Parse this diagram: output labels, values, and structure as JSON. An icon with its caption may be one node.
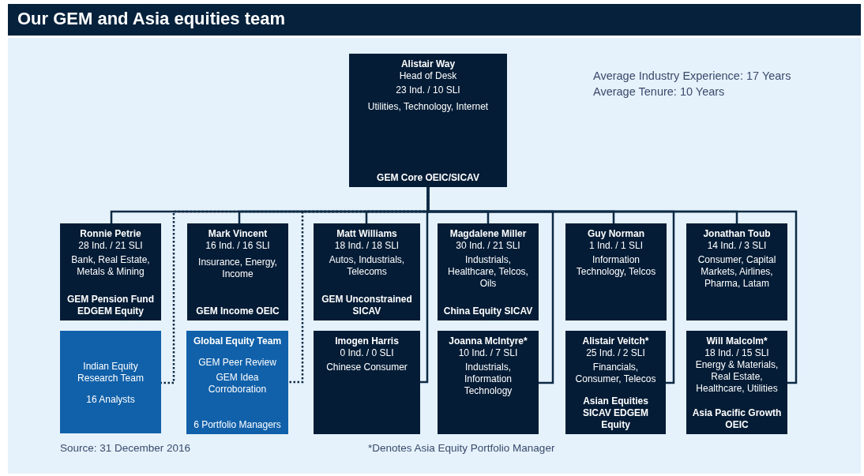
{
  "diagram": {
    "title": "Our GEM and Asia equities team",
    "nodes": [
      {
        "text": [
          "Alistair Way",
          "Head of Desk",
          "23 Ind. / 10 SLI",
          "Utilities, Technology, Internet",
          "GEM Core OEIC/SICAV"
        ]
      },
      {
        "text": [
          "Ronnie Petrie",
          "28 Ind. / 21 SLI",
          "Bank, Real Estate, Metals & Mining",
          "GEM Pension Fund EDGEM Equity"
        ]
      },
      {
        "text": [
          "Mark Vincent",
          "16 Ind. / 16 SLI",
          "Insurance, Energy, Income",
          "GEM Income OEIC"
        ]
      },
      {
        "text": [
          "Matt Williams",
          "18 Ind. / 18 SLI",
          "Autos, Industrials, Telecoms",
          "GEM Unconstrained SICAV"
        ]
      },
      {
        "text": [
          "Magdalene Miller",
          "30 Ind. / 21 SLI",
          "Industrials, Healthcare, Telcos, Oils",
          "China Equity SICAV"
        ]
      },
      {
        "text": [
          "Guy Norman",
          "1 Ind. / 1 SLI",
          "Information Technology, Telcos"
        ]
      },
      {
        "text": [
          "Jonathan Toub",
          "14 Ind. / 3 SLI",
          "Consumer, Capital Markets, Airlines, Pharma, Latam"
        ]
      },
      {
        "text": [
          "Indian Equity Research Team",
          "16 Analysts"
        ]
      },
      {
        "text": [
          "Global Equity Team",
          "GEM Peer Review",
          "GEM Idea Corroboration",
          "6 Portfolio Managers"
        ]
      },
      {
        "text": [
          "Imogen Harris",
          "0 Ind. / 0 SLI",
          "Chinese Consumer"
        ]
      },
      {
        "text": [
          "Joanna McIntyre*",
          "10 Ind. / 7 SLI",
          "Industrials, Information Technology"
        ]
      },
      {
        "text": [
          "Alistair Veitch*",
          "25 Ind. / 2 SLI",
          "Financials, Consumer, Telecos",
          "Asian Equities SICAV EDGEM Equity"
        ]
      },
      {
        "text": [
          "Will Malcolm*",
          "18 Ind. / 15 SLI",
          "Energy & Materials, Real Estate, Healthcare, Utilities",
          "Asia Pacific Growth OEIC"
        ]
      }
    ],
    "edges": [
      {
        "from": 0,
        "to": 1,
        "arrow": "none"
      },
      {
        "from": 0,
        "to": 2,
        "arrow": "none"
      },
      {
        "from": 0,
        "to": 3,
        "arrow": "none"
      },
      {
        "from": 0,
        "to": 4,
        "arrow": "none"
      },
      {
        "from": 0,
        "to": 5,
        "arrow": "none"
      },
      {
        "from": 0,
        "to": 6,
        "arrow": "none"
      },
      {
        "from": 0,
        "to": 7,
        "arrow": "none",
        "style": "dashed"
      },
      {
        "from": 0,
        "to": 8,
        "arrow": "none",
        "style": "dashed"
      },
      {
        "from": 0,
        "to": 9,
        "arrow": "none"
      },
      {
        "from": 0,
        "to": 10,
        "arrow": "none"
      },
      {
        "from": 0,
        "to": 11,
        "arrow": "none"
      },
      {
        "from": 0,
        "to": 12,
        "arrow": "none"
      }
    ],
    "labels": [
      "Average Industry Experience: 17 Years",
      "Average Tenure: 10 Years",
      "Source: 31 December 2016",
      "*Denotes Asia Equity Portfolio Manager"
    ]
  }
}
